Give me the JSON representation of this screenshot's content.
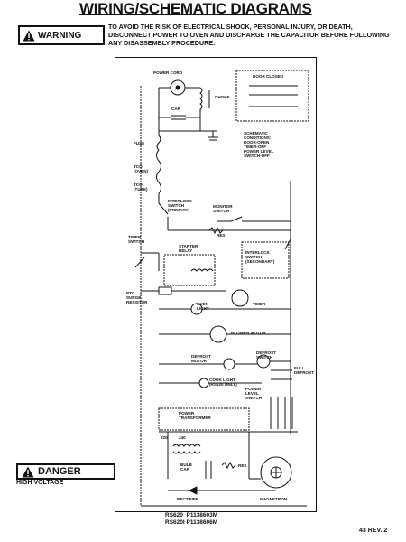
{
  "header": {
    "title": "WIRING/SCHEMATIC DIAGRAMS",
    "warning_label": "WARNING",
    "warning_text": "To avoid the risk of electrical shock, personal injury, or death, disconnect power to oven and discharge the capacitor before following any disassembly procedure."
  },
  "labels": {
    "power_cord": "POWER CORD",
    "choke": "CHOKE",
    "cap": "CAP",
    "door_closed": "DOOR CLOSED",
    "schematic_conditions": "SCHEMATIC\nCONDITIONS:\nDOOR-OPEN\nTIMER-OFF\nPOWER LEVEL\nSWITCH-OFF",
    "fuse": "FUSE",
    "tco_oven": "TCO\n(OVEN)",
    "tco_tube": "TCO\n(TUBE)",
    "interlock_primary": "INTERLOCK\nSWITCH\n(PRIMARY)",
    "monitor_switch": "MONITOR\nSWITCH",
    "res": "RES",
    "timer_switch": "TIMER\nSWITCH",
    "starter_relay": "STARTER\nRELAY",
    "interlock_secondary": "INTERLOCK\nSWITCH\n(SECONDARY)",
    "ptc_surge": "PTC\nSURGE\nRESISTOR",
    "oven_light": "OVEN\nLIGHT",
    "timer": "TIMER",
    "blower_motor": "BLOWER MOTOR",
    "defrost_motor": "DEFROST\nMOTOR",
    "defrost_switch": "DEFROST\nSWITCH",
    "full_defrost": "FULL\nDEFROST",
    "cook_light": "COOK LIGHT\n(RS620 ONLY)",
    "power_level_switch": "POWER\nLEVEL\nSWITCH",
    "power_transformer": "POWER\nTRANSFORMER",
    "bulb_cap": "BULB\nCAP",
    "res2": "RES",
    "rectifier": "RECTIFIER",
    "magnetron": "MAGNETRON",
    "t220": "220",
    "t240": "240"
  },
  "danger": {
    "label": "DANGER",
    "subtitle": "HIGH VOLTAGE"
  },
  "footer": {
    "models": "RS620  P1138603M\nRS620I P1138606M",
    "page": "43  REV. 2"
  }
}
